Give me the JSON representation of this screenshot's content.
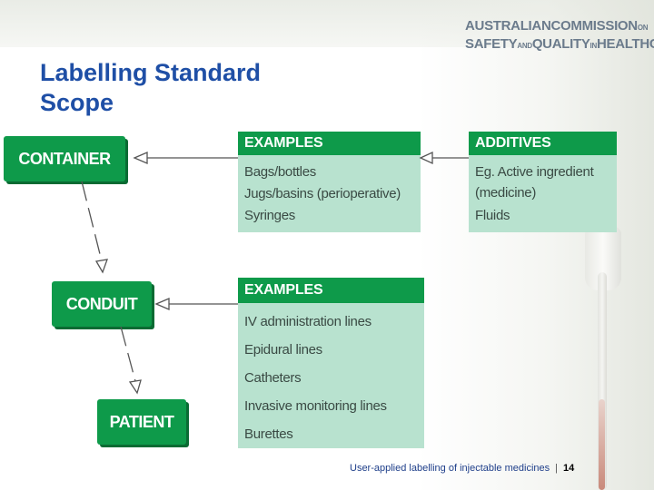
{
  "logo": {
    "line1_a": "AUSTRALIAN",
    "line1_b": "COMMISSION",
    "line1_c": "ON",
    "line2_a": "SAFETY",
    "line2_b": "AND",
    "line2_c": "QUALITY",
    "line2_d": "IN",
    "line2_e": "HEALTHCARE"
  },
  "title": {
    "line1": "Labelling Standard",
    "line2": "Scope"
  },
  "boxes": {
    "container": "CONTAINER",
    "conduit": "CONDUIT",
    "patient": "PATIENT"
  },
  "examples_top": {
    "header": "EXAMPLES",
    "items": [
      "Bags/bottles",
      "Jugs/basins (perioperative)",
      "Syringes"
    ]
  },
  "additives": {
    "header": "ADDITIVES",
    "items": [
      "Eg. Active ingredient",
      "(medicine)",
      "Fluids"
    ]
  },
  "examples_bottom": {
    "header": "EXAMPLES",
    "items": [
      "IV administration lines",
      "Epidural lines",
      "Catheters",
      "Invasive monitoring lines",
      "Burettes"
    ]
  },
  "footer": {
    "text": "User-applied labelling of injectable medicines",
    "separator": "|",
    "page": "14"
  },
  "colors": {
    "green": "#0e9a4a",
    "light_green": "#b8e2cf",
    "title_blue": "#1f4fa6"
  }
}
